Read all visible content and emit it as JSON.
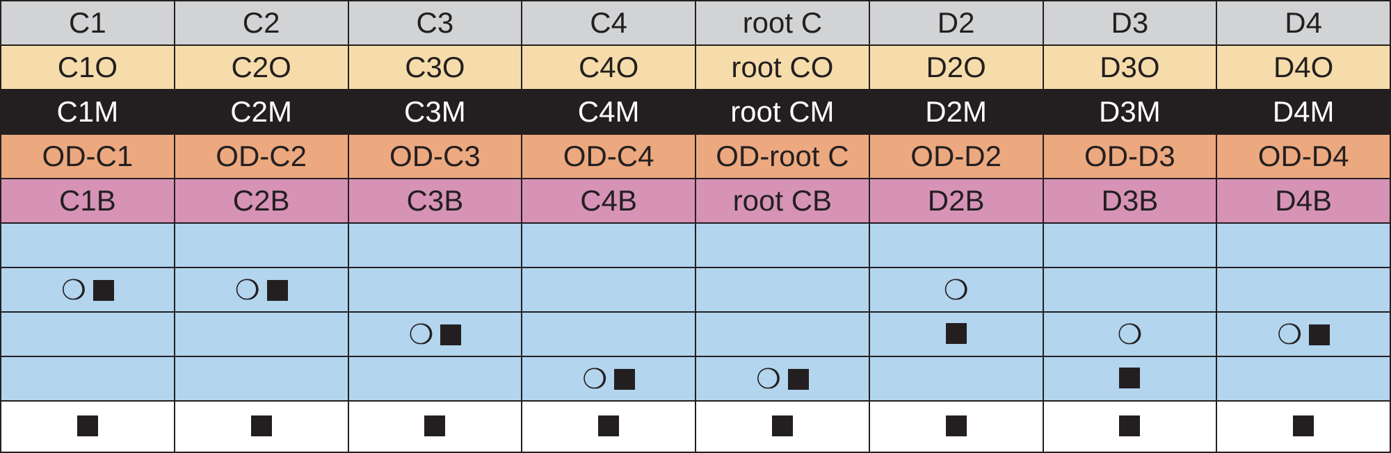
{
  "columns": [
    "C1",
    "C2",
    "C3",
    "C4",
    "root C",
    "D2",
    "D3",
    "D4"
  ],
  "label_rows": [
    {
      "name": "row-o",
      "bg": "#f6dcaa",
      "fg": "#231f20",
      "cells": [
        "C1O",
        "C2O",
        "C3O",
        "C4O",
        "root CO",
        "D2O",
        "D3O",
        "D4O"
      ]
    },
    {
      "name": "row-m",
      "bg": "#231f20",
      "fg": "#ffffff",
      "cells": [
        "C1M",
        "C2M",
        "C3M",
        "C4M",
        "root CM",
        "D2M",
        "D3M",
        "D4M"
      ]
    },
    {
      "name": "row-od",
      "bg": "#eca87f",
      "fg": "#231f20",
      "cells": [
        "OD-C1",
        "OD-C2",
        "OD-C3",
        "OD-C4",
        "OD-root C",
        "OD-D2",
        "OD-D3",
        "OD-D4"
      ]
    },
    {
      "name": "row-b",
      "bg": "#d693b6",
      "fg": "#231f20",
      "cells": [
        "C1B",
        "C2B",
        "C3B",
        "C4B",
        "root CB",
        "D2B",
        "D3B",
        "D4B"
      ]
    }
  ],
  "marker_rows": [
    {
      "name": "marker-row-1",
      "bg": "#b3d5ee",
      "cells": [
        "",
        "",
        "",
        "",
        "",
        "",
        "",
        ""
      ]
    },
    {
      "name": "marker-row-2",
      "bg": "#b3d5ee",
      "cells": [
        "circle-square",
        "circle-square",
        "",
        "",
        "",
        "circle",
        "",
        ""
      ]
    },
    {
      "name": "marker-row-3",
      "bg": "#b3d5ee",
      "cells": [
        "",
        "",
        "circle-square",
        "",
        "",
        "square",
        "circle",
        "circle-square"
      ]
    },
    {
      "name": "marker-row-4",
      "bg": "#b3d5ee",
      "cells": [
        "",
        "",
        "",
        "circle-square",
        "circle-square",
        "",
        "square",
        ""
      ]
    },
    {
      "name": "marker-row-5",
      "bg": "#ffffff",
      "cells": [
        "square",
        "square",
        "square",
        "square",
        "square",
        "square",
        "square",
        "square"
      ]
    }
  ],
  "header_bg": "#d1d3d4",
  "line_color": "#231f20",
  "glyphs": {
    "circle": "❍"
  }
}
